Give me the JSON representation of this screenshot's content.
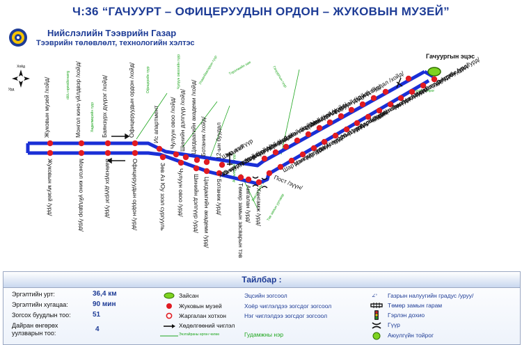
{
  "title": "Ч:36 “ГАЧУУРТ – ОФИЦЕРУУДЫН ОРДОН – ЖУКОВЫН МУЗЕЙ”",
  "organization": {
    "name": "Нийслэлийн Тээврийн Газар",
    "subtitle": "Тээврийн төлөвлөлт, технологийн хэлтэс"
  },
  "compass": {
    "north": "Хойд",
    "south": "Урд"
  },
  "depot": {
    "label": "Гачуургын эцэс"
  },
  "stations_top": [
    "Жуковын музей /хойд/",
    "Монгол кино үйлдвэр /хойд/",
    "Баянзүрх дүүрэг /хойд/",
    "Офицеруудын ордон /хойд/",
    "Ис апартмент",
    "Чулуун овоо /хойд/",
    "Шинийн дэлгүүр /хойд/",
    "Цагдаагийн академи /хойд/",
    "Ботаник /хойд/",
    "12-ын буудал",
    "Хар хошуу /хойд/",
    "15-ын зогсоол /хойд/",
    "Гачууртын завсар /хойд/",
    "120-р сургууль /хойд/",
    "11-р цэргийн анги /хойд/",
    "Далан /хойд/",
    "Цагдаагийн пост /хойд/",
    "Хүлэмж /хойд/",
    "Зам анги /хойд/",
    "Цагаан дэлгүүр /хойд/",
    "Монгол шилтгээн /хойд/",
    "Баруун дэнж /хойд/",
    "Дунд буудал /хойд/"
  ],
  "stations_bottom": [
    "Жуковын музей /урд/",
    "Монгол кино үйлдвэр /урд/",
    "Баянзүрх дүүрэг /урд/",
    "Офицеруудын ордон /урд/",
    "Зөв Аз Юу зээл сургууль",
    "Чулуун овоо /урд/",
    "Шинийн дэлгүүр /урд/",
    "Цагдаагийн академи /урд/",
    "Ботаник /урд/",
    "Төмөр замын засварын тэв",
    "Амгалан /урд/",
    "Хангамж /урд/",
    "Пост /зүүн/",
    "Шар дэлгүүр /урд/",
    "Мангай /урд/",
    "Хар хошуу /урд/",
    "15-ын зогсоол /урд/",
    "Гачууртын завсар /урд/",
    "120-р сургууль /урд/",
    "11-р цэргийн анги /урд/",
    "Далан /урд/",
    "Цагдаагийн пост /урд/",
    "Хүлэмж /урд/",
    "Зам анги /урд/",
    "Цагаан дэлгүүр /урд/",
    "Монгол шилтгээн /урд/",
    "Баруун дэнж /урд/",
    "Дунд буудал /урд/"
  ],
  "extra_labels": [
    "Мангай",
    "Шар дэлгүүр"
  ],
  "green_notes": [
    "Баянзүрхийн гүүр",
    "Хөдөлмөрийн гүүр",
    "Офицерийн гүүр",
    "Чулуун овоогийн гүүр",
    "Улаанбаатарын гүүр",
    "Тэрэлжийн зам",
    "Гачууртын гүүр",
    "Амгалангийн гүүр",
    "Хөвсгөлийн зам",
    "Төв замын уулзвар",
    "Гачуурт тойрог"
  ],
  "legend": {
    "title": "Тайлбар :",
    "stats": [
      {
        "label": "Эргэлтийн урт:",
        "value": "36,4 км"
      },
      {
        "label": "Эргэлтийн хугацаа:",
        "value": "90 мин"
      },
      {
        "label": "Зогсох буудлын тоо:",
        "value": "51"
      },
      {
        "label": "Дайран өнгөрөх уулзварын тоо:",
        "value": "4"
      }
    ],
    "col2": [
      {
        "icon": "terminus-icon",
        "text": "Зайсан"
      },
      {
        "icon": "stop-icon",
        "text": "Жуковын музей"
      },
      {
        "icon": "stop-empty-icon",
        "text": "Жаргалан хотхон"
      },
      {
        "icon": "arrow-icon",
        "text": "Хөдөлгөөний чиглэл"
      },
      {
        "icon": "green-line-icon",
        "text": "Энэтайраны өргөн чөлөө"
      }
    ],
    "col3": [
      {
        "text": "Эцсийн зогсоол"
      },
      {
        "text": "Хоёр чиглэлдээ зогсдог зогсоол"
      },
      {
        "text": "Нэг чиглэлдээ зогсдог зогсоол"
      },
      {
        "text": "Гудамжны нэр"
      }
    ],
    "col4": [
      {
        "icon": "gradient-icon",
        "text": "Газрын налуугийн градус /уруу/"
      },
      {
        "icon": "rail-crossing-icon",
        "text": "Төмөр замын гарам"
      },
      {
        "icon": "traffic-light-icon",
        "text": "Гэрлэн дохио"
      },
      {
        "icon": "bridge-icon",
        "text": "Гүүр"
      },
      {
        "icon": "roundabout-icon",
        "text": "Аюулгүйн тойрог"
      }
    ]
  },
  "colors": {
    "route": "#1a2fd6",
    "stop": "#e01b22",
    "title": "#1e3c96",
    "note": "#1ea61e",
    "terminus": "#7ed321"
  }
}
